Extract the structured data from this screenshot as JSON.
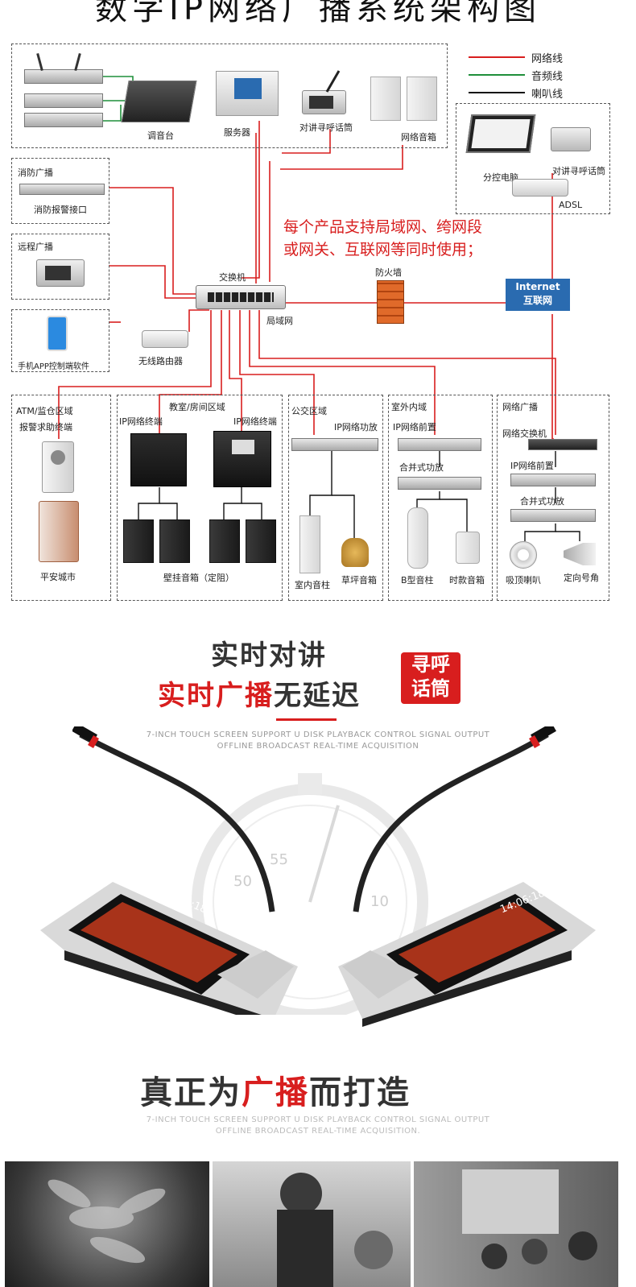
{
  "header": {
    "title": "数字IP网络广播系统架构图"
  },
  "legend": [
    {
      "label": "网络线",
      "color": "#d81e1e"
    },
    {
      "label": "音频线",
      "color": "#1f8f3a"
    },
    {
      "label": "喇叭线",
      "color": "#111111"
    }
  ],
  "top_labels": {
    "mixer": "调音台",
    "server": "服务器",
    "intercom": "对讲寻呼话筒",
    "net_speaker": "网络音箱"
  },
  "remote": {
    "pc": "分控电脑",
    "intercom": "对讲寻呼话筒",
    "adsl": "ADSL"
  },
  "left": {
    "fire_title": "消防广播",
    "fire_dev": "消防报警接口",
    "remote_title": "远程广播",
    "app": "手机APP控制端软件",
    "router": "无线路由器"
  },
  "center": {
    "switch": "交换机",
    "lan": "局域网",
    "firewall": "防火墙",
    "internet_en": "Internet",
    "internet_cn": "互联网"
  },
  "notice": [
    "每个产品支持局域网、绔网段",
    "或网关、互联网等同时使用；"
  ],
  "zones": {
    "atm": {
      "title": "ATM/监仓区域",
      "dev": "报警求助终端",
      "bottom": "平安城市"
    },
    "classroom": {
      "title": "教室/房间区域",
      "left": "IP网络终端",
      "right": "IP网络终端",
      "bottom": "壁挂音箱（定阻）"
    },
    "public": {
      "title": "公交区域",
      "amp": "IP网络功放",
      "s1": "室内音柱",
      "s2": "草坪音箱"
    },
    "outdoor": {
      "title": "室外内域",
      "pre": "IP网络前置",
      "amp": "合并式功放",
      "s1": "B型音柱",
      "s2": "时款音箱"
    },
    "netcast": {
      "title": "网络广播",
      "sw": "网络交换机",
      "pre": "IP网络前置",
      "amp": "合并式功放",
      "s1": "吸顶喇叭",
      "s2": "定向号角"
    }
  },
  "section2": {
    "line1": "实时对讲",
    "line2_red": "实时广播",
    "line2_rest": "无延迟",
    "badge": [
      "寻呼",
      "话筒"
    ],
    "sub": [
      "7-INCH TOUCH SCREEN SUPPORT U DISK PLAYBACK CONTROL SIGNAL OUTPUT",
      "OFFLINE BROADCAST REAL-TIME ACQUISITION"
    ],
    "screen_time": "14:06:18",
    "dial": [
      "55",
      "50",
      "10"
    ]
  },
  "section3": {
    "t1": "真正为",
    "t2": "广播",
    "t3": "而打造",
    "sub": [
      "7-INCH TOUCH SCREEN SUPPORT U DISK PLAYBACK CONTROL SIGNAL OUTPUT",
      "OFFLINE BROADCAST REAL-TIME ACQUISITION."
    ]
  }
}
